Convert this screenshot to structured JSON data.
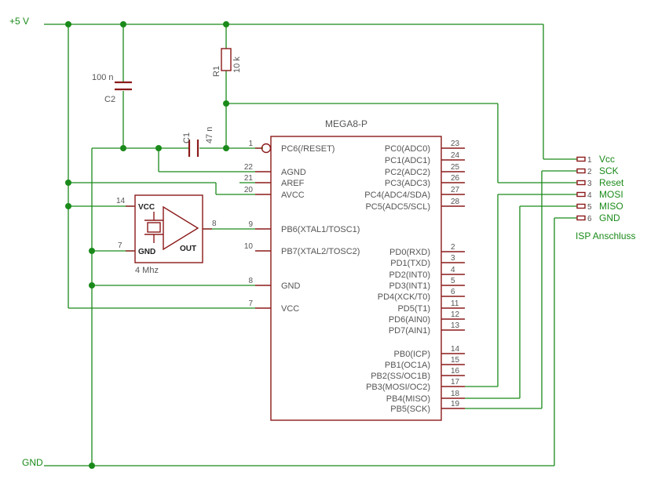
{
  "nets": {
    "vcc": "+5 V",
    "gnd": "GND"
  },
  "c2": {
    "name": "C2",
    "value": "100 n"
  },
  "c1": {
    "name": "C1",
    "value": "47 n"
  },
  "r1": {
    "name": "R1",
    "value": "10 k"
  },
  "mcu": {
    "name": "MEGA8-P",
    "left_pins": [
      {
        "num": "1",
        "label": "PC6(/RESET)"
      },
      {
        "num": "22",
        "label": "AGND"
      },
      {
        "num": "21",
        "label": "AREF"
      },
      {
        "num": "20",
        "label": "AVCC"
      },
      {
        "num": "9",
        "label": "PB6(XTAL1/TOSC1)"
      },
      {
        "num": "10",
        "label": "PB7(XTAL2/TOSC2)"
      },
      {
        "num": "8",
        "label": "GND"
      },
      {
        "num": "7",
        "label": "VCC"
      }
    ],
    "right_pins": [
      {
        "num": "23",
        "label": "PC0(ADC0)"
      },
      {
        "num": "24",
        "label": "PC1(ADC1)"
      },
      {
        "num": "25",
        "label": "PC2(ADC2)"
      },
      {
        "num": "26",
        "label": "PC3(ADC3)"
      },
      {
        "num": "27",
        "label": "PC4(ADC4/SDA)"
      },
      {
        "num": "28",
        "label": "PC5(ADC5/SCL)"
      },
      {
        "num": "2",
        "label": "PD0(RXD)"
      },
      {
        "num": "3",
        "label": "PD1(TXD)"
      },
      {
        "num": "4",
        "label": "PD2(INT0)"
      },
      {
        "num": "5",
        "label": "PD3(INT1)"
      },
      {
        "num": "6",
        "label": "PD4(XCK/T0)"
      },
      {
        "num": "11",
        "label": "PD5(T1)"
      },
      {
        "num": "12",
        "label": "PD6(AIN0)"
      },
      {
        "num": "13",
        "label": "PD7(AIN1)"
      },
      {
        "num": "14",
        "label": "PB0(ICP)"
      },
      {
        "num": "15",
        "label": "PB1(OC1A)"
      },
      {
        "num": "16",
        "label": "PB2(SS/OC1B)"
      },
      {
        "num": "17",
        "label": "PB3(MOSI/OC2)"
      },
      {
        "num": "18",
        "label": "PB4(MISO)"
      },
      {
        "num": "19",
        "label": "PB5(SCK)"
      }
    ]
  },
  "oscillator": {
    "value": "4 Mhz",
    "vcc_label": "VCC",
    "gnd_label": "GND",
    "out_label": "OUT",
    "pin_vcc": "14",
    "pin_gnd": "7",
    "pin_out": "8"
  },
  "isp": {
    "title": "ISP Anschluss",
    "pins": [
      {
        "num": "1",
        "label": "Vcc"
      },
      {
        "num": "2",
        "label": "SCK"
      },
      {
        "num": "3",
        "label": "Reset"
      },
      {
        "num": "4",
        "label": "MOSI"
      },
      {
        "num": "5",
        "label": "MISO"
      },
      {
        "num": "6",
        "label": "GND"
      }
    ]
  }
}
